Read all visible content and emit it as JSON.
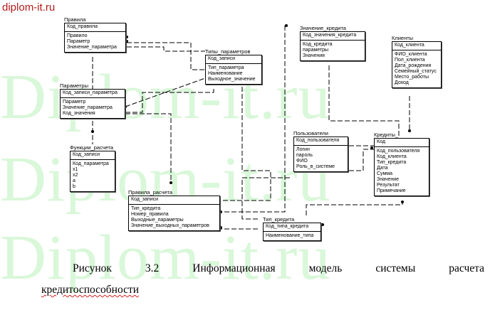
{
  "site_url": "diplom-it.ru",
  "watermark": [
    "Diplom-it.ru",
    "Diplom-it.ru",
    "Diplom-it.ru"
  ],
  "entities": {
    "pravila": {
      "title": "Правила",
      "key": "Код_правила",
      "attrs": [
        "Правило",
        "Параметр",
        "Значение_параметра"
      ]
    },
    "parametry": {
      "title": "Параметры",
      "key": "Код_записи_параметра",
      "attrs": [
        "Параметр",
        "Значение_параметра",
        "Код_значения"
      ]
    },
    "funkcii": {
      "title": "Функции_расчета",
      "key": "Код_записи",
      "attrs": [
        "Код_параметра",
        "x1",
        "x2",
        "a",
        "b"
      ]
    },
    "tipy": {
      "title": "Типы_параметров",
      "key": "Код_записи",
      "attrs": [
        "Тип_параметра",
        "Наименование",
        "Выходное_значение"
      ]
    },
    "znachenie": {
      "title": "Значение_кредита",
      "key": "Код_значения_кредита",
      "attrs": [
        "Код_кредита",
        "параметры",
        "Значения"
      ]
    },
    "klienty": {
      "title": "Клиенты",
      "key": "Код_клиента",
      "attrs": [
        "ФИО_клиента",
        "Пол_клиента",
        "Дата_рождения",
        "Семейный_статус",
        "Место_работы",
        "Доход"
      ]
    },
    "polzovateli": {
      "title": "Пользователи",
      "key": "Код_пользователя",
      "attrs": [
        "Логин",
        "пароль",
        "ФИО",
        "Роль_в_системе"
      ]
    },
    "kredity": {
      "title": "Кредиты_",
      "key": "Код",
      "attrs": [
        "Код_пользователя",
        "Код_клиента",
        "Тип_кредита",
        "Дата",
        "Сумма",
        "Значение",
        "Результат",
        "Примечание"
      ]
    },
    "pravila_rascheta": {
      "title": "Правила_расчета",
      "key": "Код_записи",
      "attrs": [
        "Тип_кредита",
        "Номер_правила",
        "Выходные_параметры",
        "Значение_выходных_параметров"
      ]
    },
    "tip_kredita": {
      "title": "Тип_кредита",
      "key": "Код_типа_кредита",
      "attrs": [
        "Наименование_типа"
      ]
    }
  },
  "caption": {
    "line1": [
      "Рисунок",
      "3.2",
      "Информационная",
      "модель",
      "системы",
      "расчета"
    ],
    "line2": "кредитоспособности"
  }
}
